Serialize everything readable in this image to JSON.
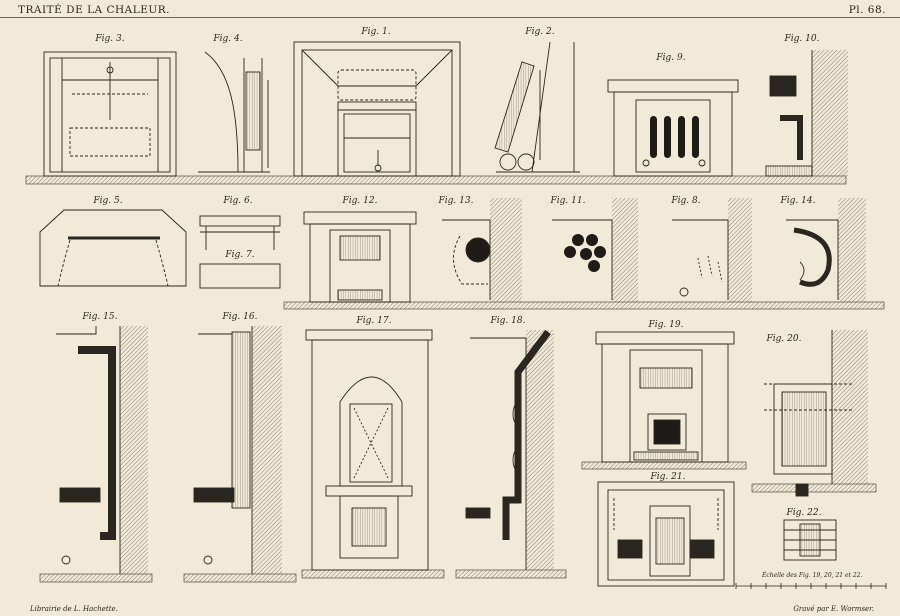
{
  "header": {
    "title": "TRAITÉ DE LA CHALEUR.",
    "plate_number": "Pl. 68."
  },
  "figures": [
    "Fig. 3.",
    "Fig. 4.",
    "Fig. 1.",
    "Fig. 2.",
    "Fig. 9.",
    "Fig. 10.",
    "Fig. 5.",
    "Fig. 6.",
    "Fig. 7.",
    "Fig. 12.",
    "Fig. 13.",
    "Fig. 11.",
    "Fig. 8.",
    "Fig. 14.",
    "Fig. 15.",
    "Fig. 16.",
    "Fig. 17.",
    "Fig. 18.",
    "Fig. 19.",
    "Fig. 20.",
    "Fig. 21.",
    "Fig. 22."
  ],
  "scale_label": "Échelle des Fig. 19, 20, 21 et 22.",
  "footer": {
    "publisher": "Librairie de L. Hachette.",
    "engraver": "Gravé par E. Wormser."
  },
  "colors": {
    "paper": "#f1ead8",
    "ink": "#2a2620"
  }
}
